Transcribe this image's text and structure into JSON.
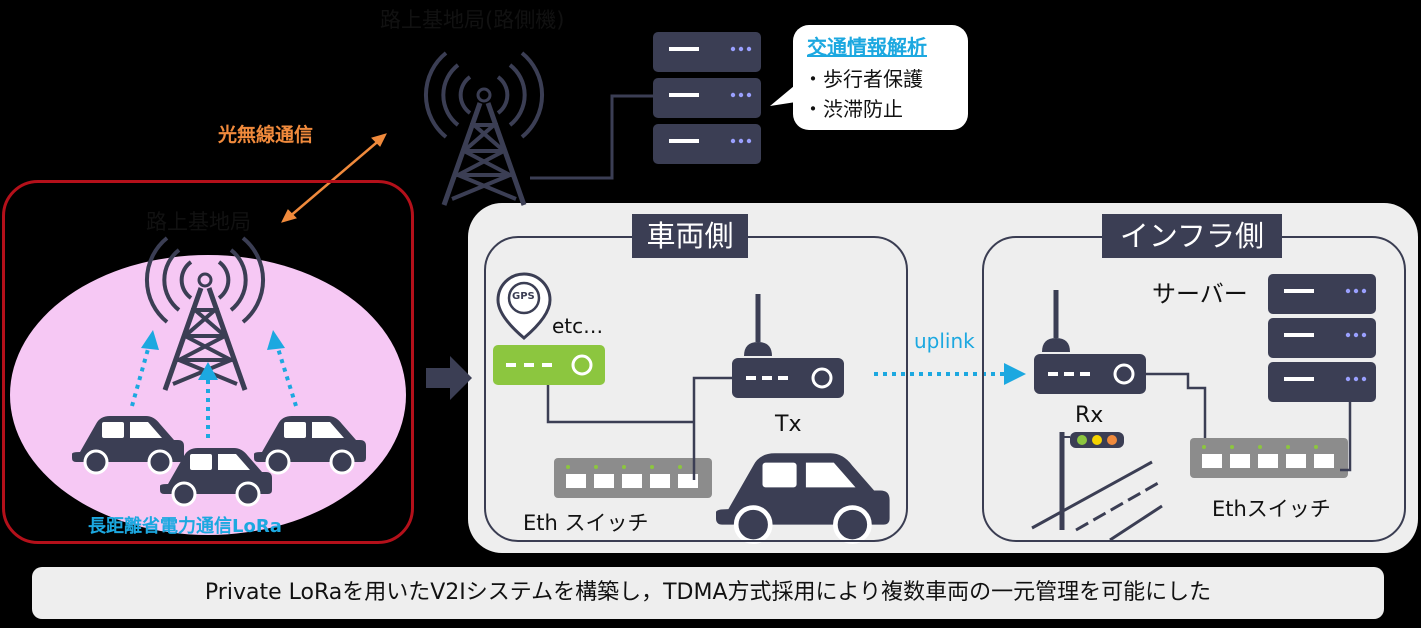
{
  "top_station_label": "路上基地局(路側機)",
  "optical_link_label": "光無線通信",
  "bubble": {
    "title": "交通情報解析",
    "items": [
      "・歩行者保護",
      "・渋滞防止"
    ]
  },
  "lora_region": {
    "station_label": "路上基地局",
    "caption": "長距離省電力通信LoRa"
  },
  "vehicle_side": {
    "title": "車両側",
    "gps_icon_text": "GPS",
    "etc_label": "etc…",
    "tx_label": "Tx",
    "switch_label": "Eth スイッチ"
  },
  "link": {
    "label": "uplink"
  },
  "infra_side": {
    "title": "インフラ側",
    "server_label": "サーバー",
    "rx_label": "Rx",
    "switch_label": "Ethスイッチ"
  },
  "caption": "Private LoRaを用いたV2Iシステムを構築し，TDMA方式採用により複数車両の一元管理を可能にした",
  "colors": {
    "dark": "#3b3e54",
    "orange": "#f08a3c",
    "cyan": "#1ca8e0",
    "lora_red": "#b4101a",
    "lora_pink": "#f6c8f4",
    "green_device": "#8cc63f",
    "panel": "#eeeeee"
  }
}
